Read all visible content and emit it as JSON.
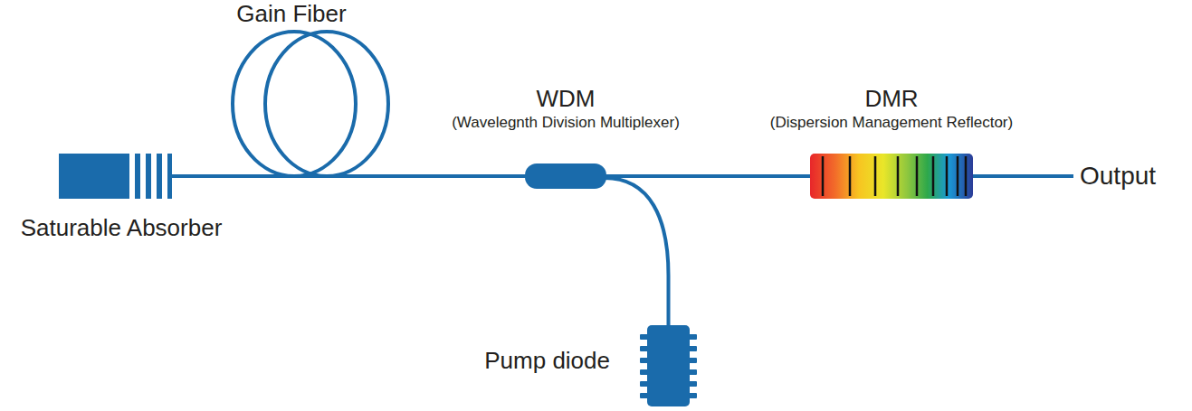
{
  "diagram": {
    "nodes": [
      {
        "text": [
          "Saturable Absorber"
        ]
      },
      {
        "text": [
          "Gain Fiber"
        ]
      },
      {
        "text": [
          "WDM",
          "(Wavelegnth Division Multiplexer)"
        ]
      },
      {
        "text": [
          "DMR",
          "(Dispersion Management Reflector)"
        ]
      },
      {
        "text": [
          "Pump diode"
        ]
      }
    ],
    "edges": [
      {
        "from": 0,
        "to": 1,
        "arrow": "none"
      },
      {
        "from": 1,
        "to": 2,
        "arrow": "none"
      },
      {
        "from": 2,
        "to": 3,
        "arrow": "none"
      },
      {
        "from": 4,
        "to": 2,
        "arrow": "none"
      }
    ],
    "labels": [
      "Output"
    ]
  }
}
